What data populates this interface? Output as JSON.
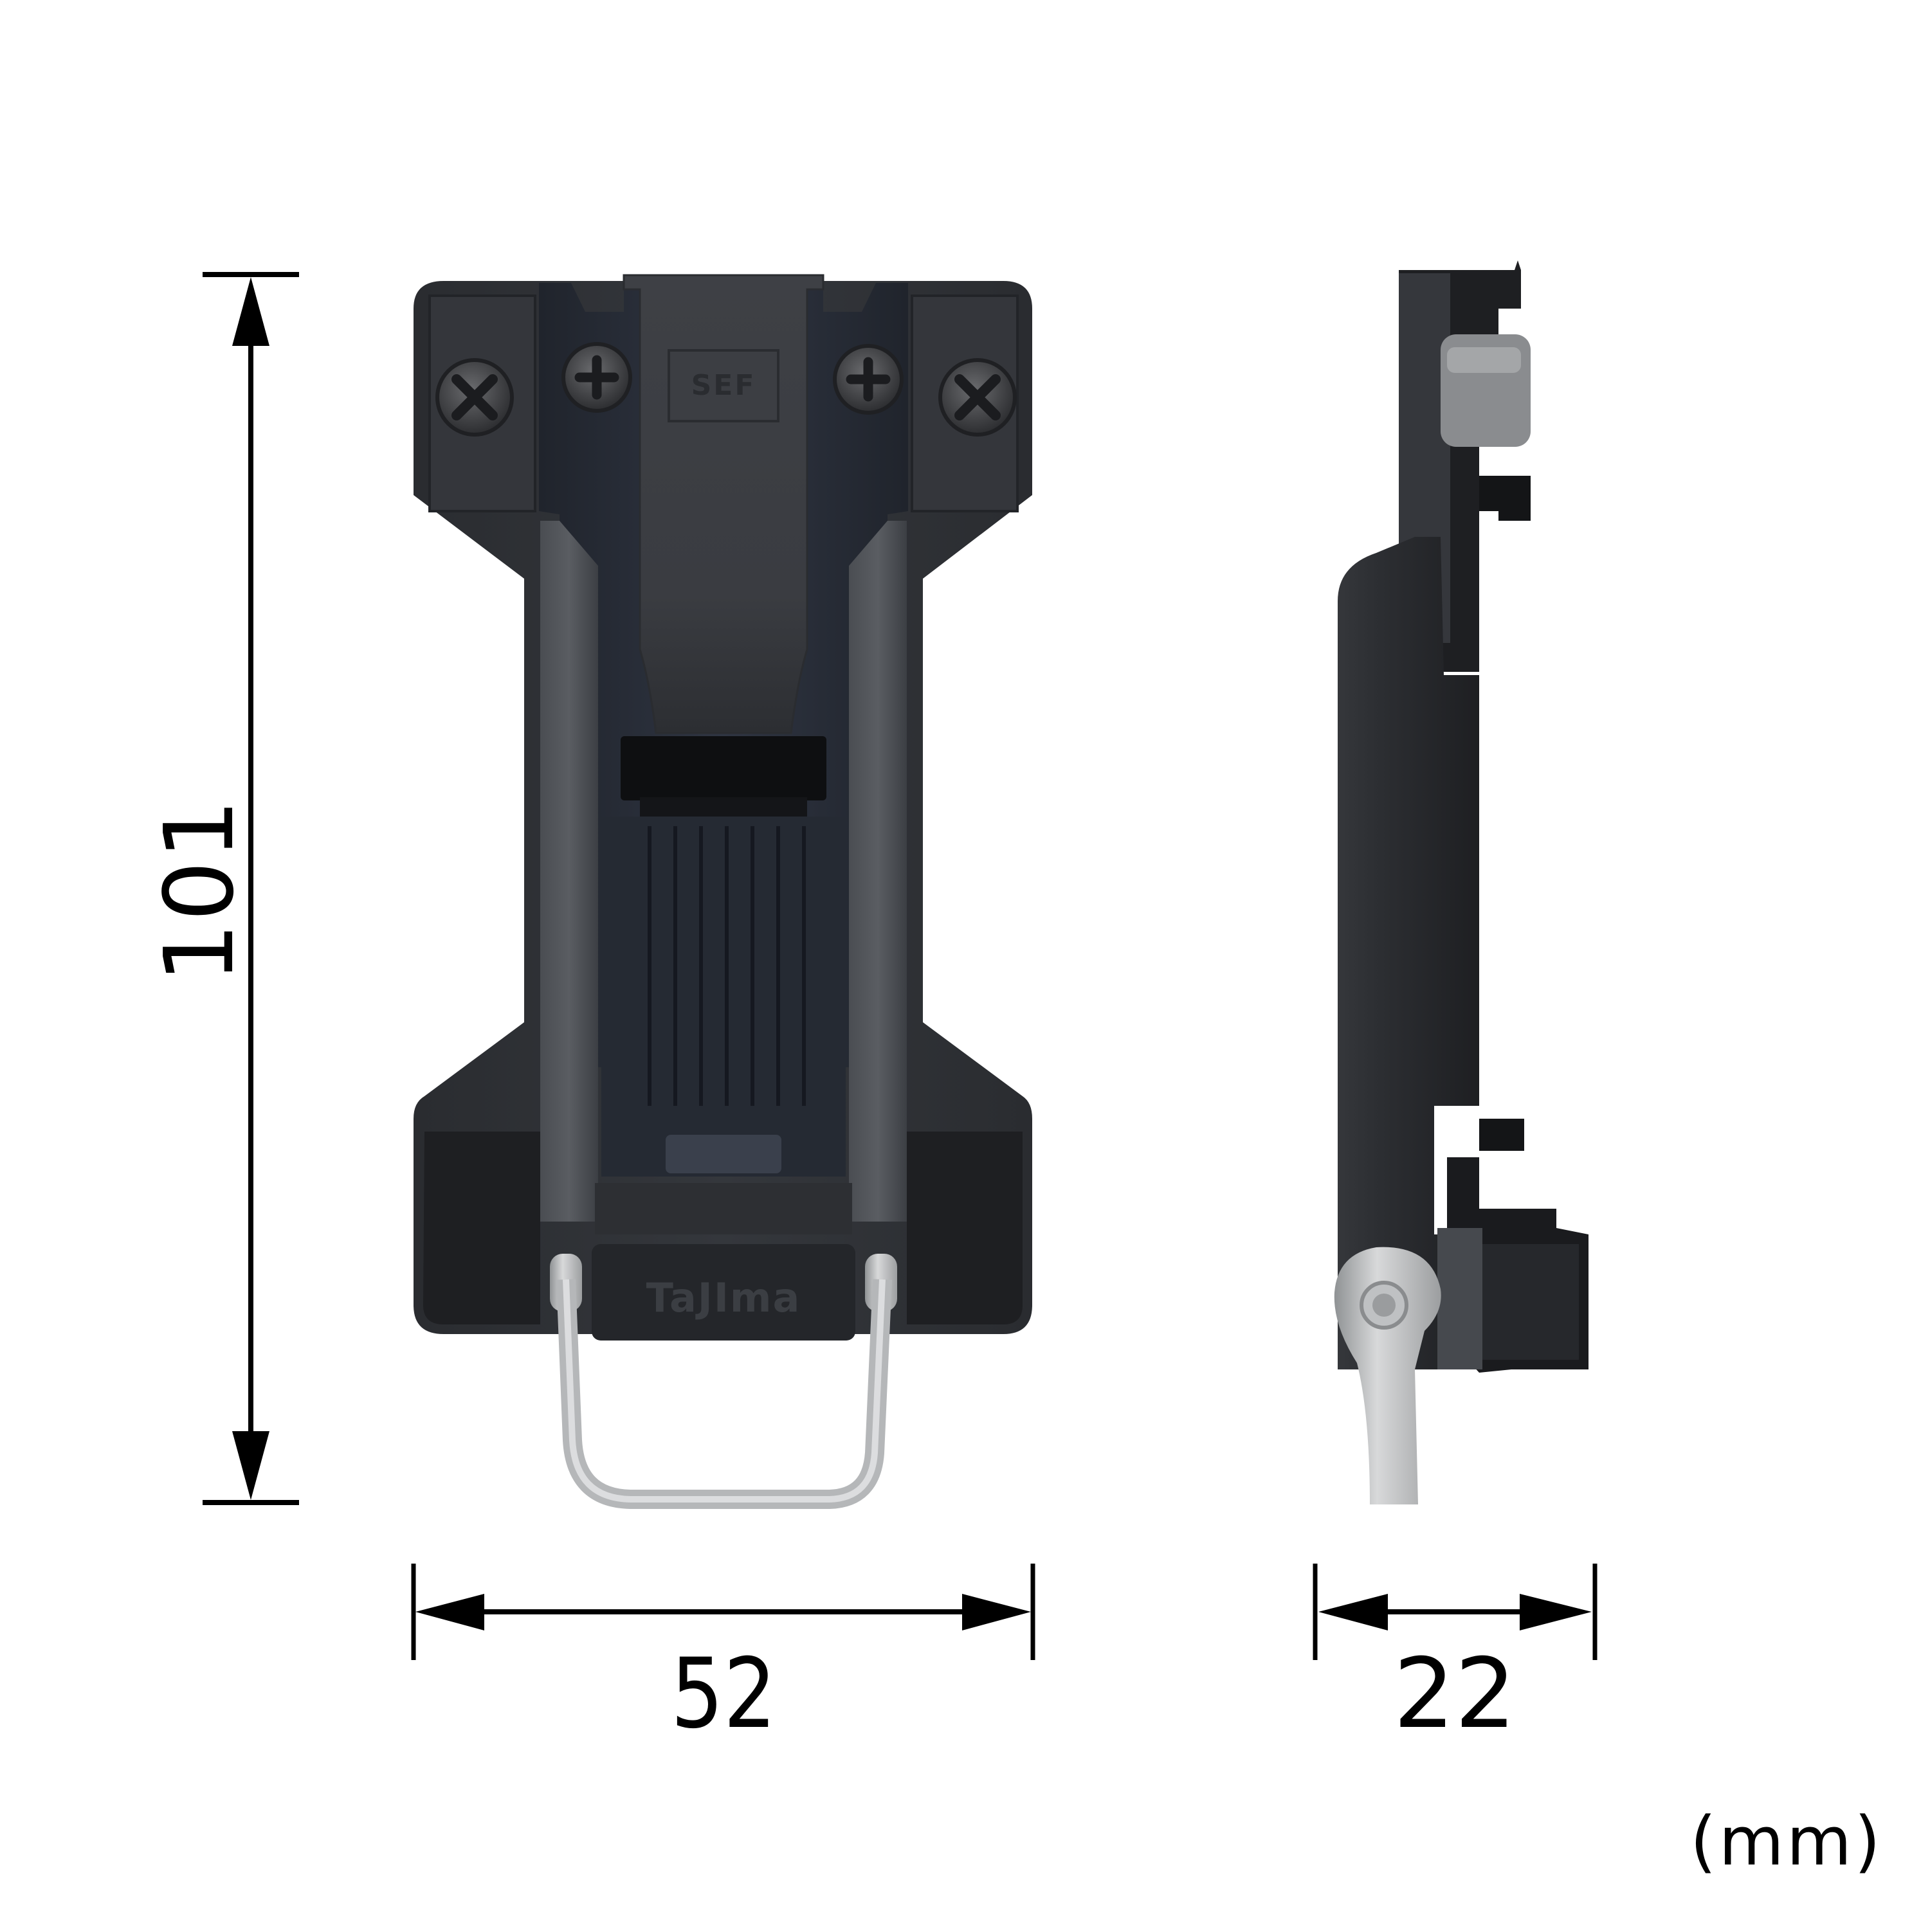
{
  "figure": {
    "subject": "belt holder product dimension drawing",
    "views": [
      "front-view",
      "side-view"
    ],
    "colors": {
      "background": "#ffffff",
      "dimension_lines": "#000000",
      "body_dark": "#2b2d31",
      "body_mid": "#3b3e44",
      "body_black": "#1b1c1f",
      "slider_blue_dark": "#262c36",
      "metal_light": "#cfd0d1",
      "metal_mid": "#a9abad",
      "screw": "#4a4b4e"
    }
  },
  "front_view": {
    "top_emboss": "SEF",
    "bottom_emboss": "TaJIma"
  },
  "side_view": {},
  "dimensions": {
    "height": {
      "value": "101",
      "orientation": "vertical"
    },
    "width": {
      "value": "52",
      "orientation": "horizontal"
    },
    "depth": {
      "value": "22",
      "orientation": "horizontal"
    }
  },
  "unit_label": "(mm)"
}
